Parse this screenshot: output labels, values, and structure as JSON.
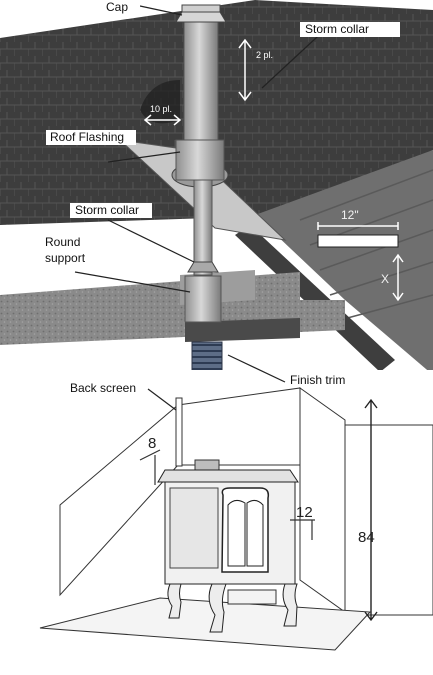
{
  "labels": {
    "cap": "Cap",
    "storm_collar_top": "Storm collar",
    "two_ft": "2 pl.",
    "ten_in": "10 pl.",
    "roof_flashing": "Roof Flashing",
    "storm_collar_mid": "Storm collar",
    "round_support_1": "Round",
    "round_support_2": "support",
    "twelve_in": "12\"",
    "x_dim": "X",
    "finish_trim": "Finish trim",
    "back_screen": "Back screen",
    "side_clear": "8",
    "front_clear": "12",
    "height": "84"
  },
  "colors": {
    "roof_dark": "#3a3a3a",
    "roof_mid": "#6b6b6b",
    "ceiling": "#8c8c8c",
    "pipe": "#b9b9b9",
    "stove": "#e9e9e9",
    "line": "#222222"
  }
}
